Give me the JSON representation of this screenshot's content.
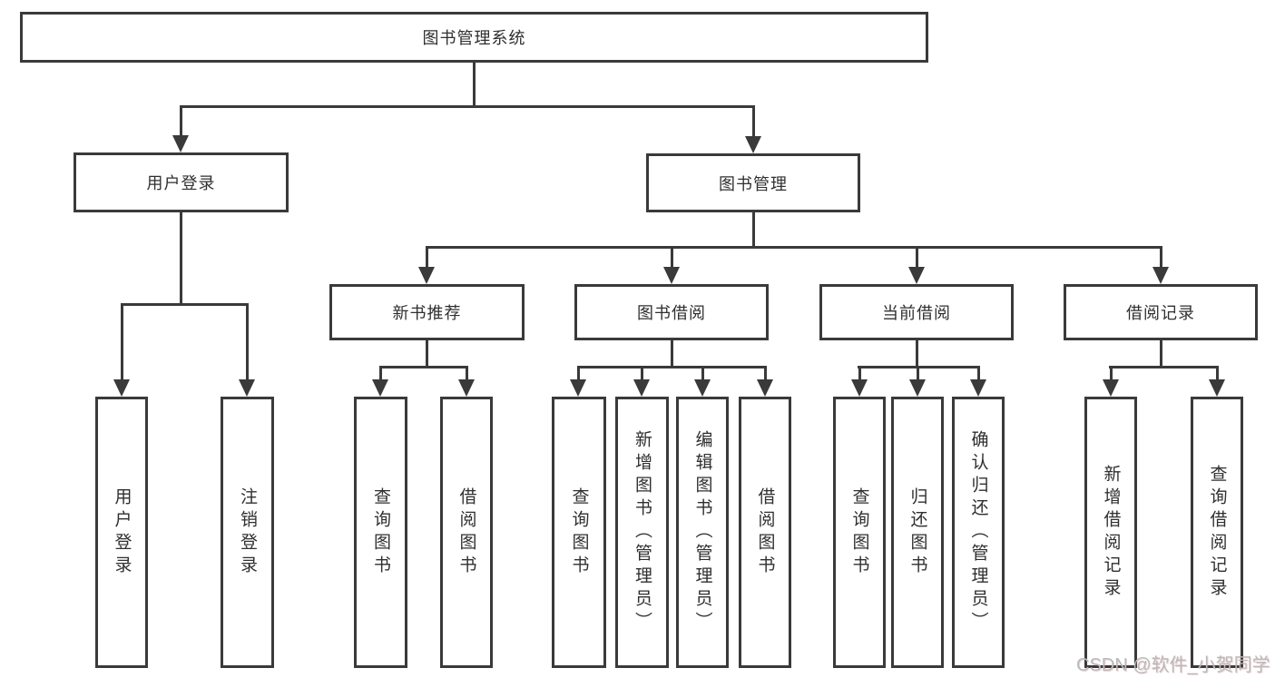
{
  "diagram_title": "图书管理系统",
  "nodes": {
    "root": "图书管理系统",
    "user_login": "用户登录",
    "book_mgmt": "图书管理",
    "new_book_rec": "新书推荐",
    "book_borrow": "图书借阅",
    "current_borrow": "当前借阅",
    "borrow_record": "借阅记录",
    "leaf_user_login": "用户登录",
    "leaf_logout": "注销登录",
    "leaf_query_book_rec": "查询图书",
    "leaf_borrow_book_rec": "借阅图书",
    "leaf_query_book_borrow": "查询图书",
    "leaf_add_book": "新增图书（管理员）",
    "leaf_edit_book": "编辑图书（管理员）",
    "leaf_borrow_book_borrow": "借阅图书",
    "leaf_query_book_current": "查询图书",
    "leaf_return_book": "归还图书",
    "leaf_confirm_return": "确认归还（管理员）",
    "leaf_add_borrow_record": "新增借阅记录",
    "leaf_query_borrow_record": "查询借阅记录"
  },
  "watermark": "CSDN @软件_小贺同学",
  "colors": {
    "line": "#3a3a3a",
    "text": "#2f2f2f",
    "watermark": "#b9babc",
    "background": "#ffffff"
  }
}
